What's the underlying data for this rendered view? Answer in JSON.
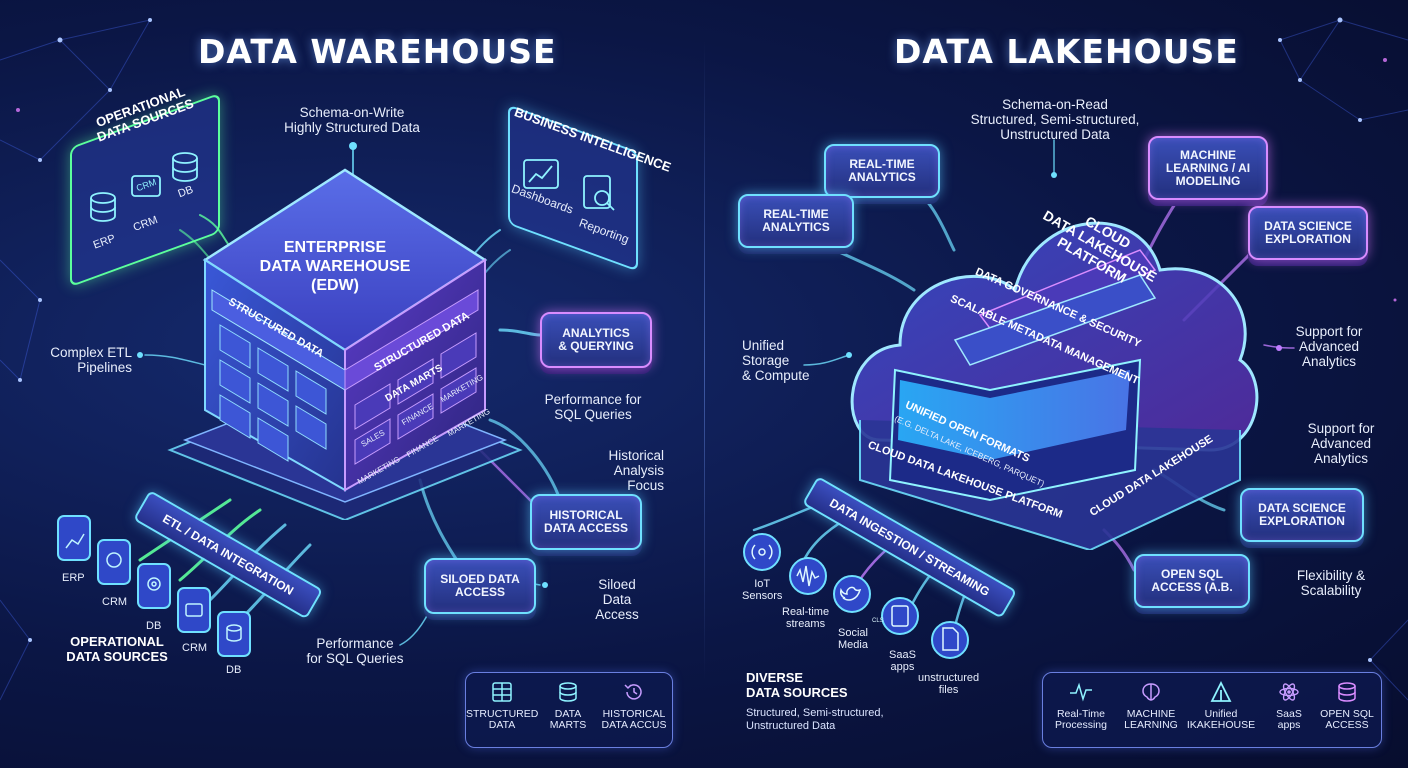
{
  "warehouse": {
    "title": "DATA WAREHOUSE",
    "schema_note": "Schema-on-Write\nHighly Structured Data",
    "op_sources_top": {
      "title": "OPERATIONAL\nDATA SOURCES",
      "items": [
        "ERP",
        "CRM",
        "DB"
      ],
      "crm_badge": "CRM"
    },
    "bi_panel": {
      "title": "BUSINESS INTELLIGENCE",
      "items": [
        "Dashboards",
        "Reporting"
      ]
    },
    "edw": {
      "title": "ENTERPRISE\nDATA WAREHOUSE\n(EDW)",
      "structured_front": "STRUCTURED DATA",
      "structured_side": "STRUCTURED DATA",
      "data_marts": "DATA MARTS",
      "marts": [
        "SALES",
        "FINANCE",
        "MARKETING",
        "FINANCE",
        "MARKETING",
        "MARKETING"
      ]
    },
    "etl_note": "Complex ETL\nPipelines",
    "etl_bar": "ETL / DATA INTEGRATION",
    "analytics_tile": "ANALYTICS\n& QUERYING",
    "perf_note_right": "Performance for\nSQL Queries",
    "historical_note": "Historical\nAnalysis\nFocus",
    "historical_tile": "HISTORICAL\nDATA ACCESS",
    "siloed_tile": "SILOED DATA\nACCESS",
    "siloed_note": "Siloed\nData\nAccess",
    "perf_note_bottom": "Performance\nfor SQL Queries",
    "bottom_sources": {
      "items": [
        "ERP",
        "CRM",
        "DB",
        "CRM",
        "DB"
      ],
      "title": "OPERATIONAL\nDATA SOURCES"
    },
    "legend": [
      {
        "icon": "table-grid-icon",
        "label": "STRUCTURED\nDATA"
      },
      {
        "icon": "database-icon",
        "label": "DATA\nMARTS"
      },
      {
        "icon": "history-clock-icon",
        "label": "HISTORICAL\nDATA ACCUS"
      }
    ]
  },
  "lakehouse": {
    "title": "DATA LAKEHOUSE",
    "schema_note": "Schema-on-Read\nStructured, Semi-structured,\nUnstructured Data",
    "tiles": {
      "realtime_top": "REAL-TIME\nANALYTICS",
      "realtime_left": "REAL-TIME\nANALYTICS",
      "ml_ai": "MACHINE\nLEARNING / AI\nMODELING",
      "ds_top": "DATA SCIENCE\nEXPLORATION",
      "ds_bottom": "DATA SCIENCE\nEXPLORATION",
      "open_sql": "OPEN SQL\nACCESS (A.B."
    },
    "cloud": {
      "title": "CLOUD\nDATA LAKEHOUSE\nPLATFORM",
      "governance": "DATA GOVERNANCE & SECURITY",
      "metadata": "SCALABLE METADATA MANAGEMENT",
      "open_formats": "UNIFIED OPEN FORMATS",
      "formats_sub": "(E.G. DELTA LAKE, ICEBERG, PARQUET)",
      "platform_band": "CLOUD DATA LAKEHOUSE PLATFORM",
      "right_band": "CLOUD DATA LAKEHOUSE"
    },
    "unified_note": "Unified\nStorage\n& Compute",
    "support_note_1": "Support for\nAdvanced\nAnalytics",
    "support_note_2": "Support for\nAdvanced\nAnalytics",
    "flex_note": "Flexibility &\nScalability",
    "ingestion_bar": "DATA INGESTION / STREAMING",
    "sources": [
      {
        "icon": "iot-sensor-icon",
        "label": "IoT\nSensors"
      },
      {
        "icon": "sound-wave-icon",
        "label": "Real-time\nstreams"
      },
      {
        "icon": "twitter-bird-icon",
        "label": "Social\nMedia"
      },
      {
        "icon": "saas-document-icon",
        "label": "SaaS\napps"
      },
      {
        "icon": "file-icon",
        "label": "unstructured\nfiles"
      }
    ],
    "saas_badge": "CLS",
    "diverse_title": "DIVERSE\nDATA SOURCES",
    "diverse_sub": "Structured, Semi-structured,\nUnstructured Data",
    "legend": [
      {
        "icon": "pulse-icon",
        "label": "Real-Time\nProcessing"
      },
      {
        "icon": "brain-icon",
        "label": "MACHINE\nLEARNING"
      },
      {
        "icon": "delta-icon",
        "label": "Unified\nIKAKEHOUSE"
      },
      {
        "icon": "atom-icon",
        "label": "SaaS\napps"
      },
      {
        "icon": "database-icon",
        "label": "OPEN SQL\nACCESS"
      }
    ]
  },
  "colors": {
    "background": "#0b1645",
    "cyan_glow": "#6fe0ff",
    "purple_glow": "#d98cff",
    "green_glow": "#5cff9c",
    "tile_fill": "#2e3d9c"
  }
}
